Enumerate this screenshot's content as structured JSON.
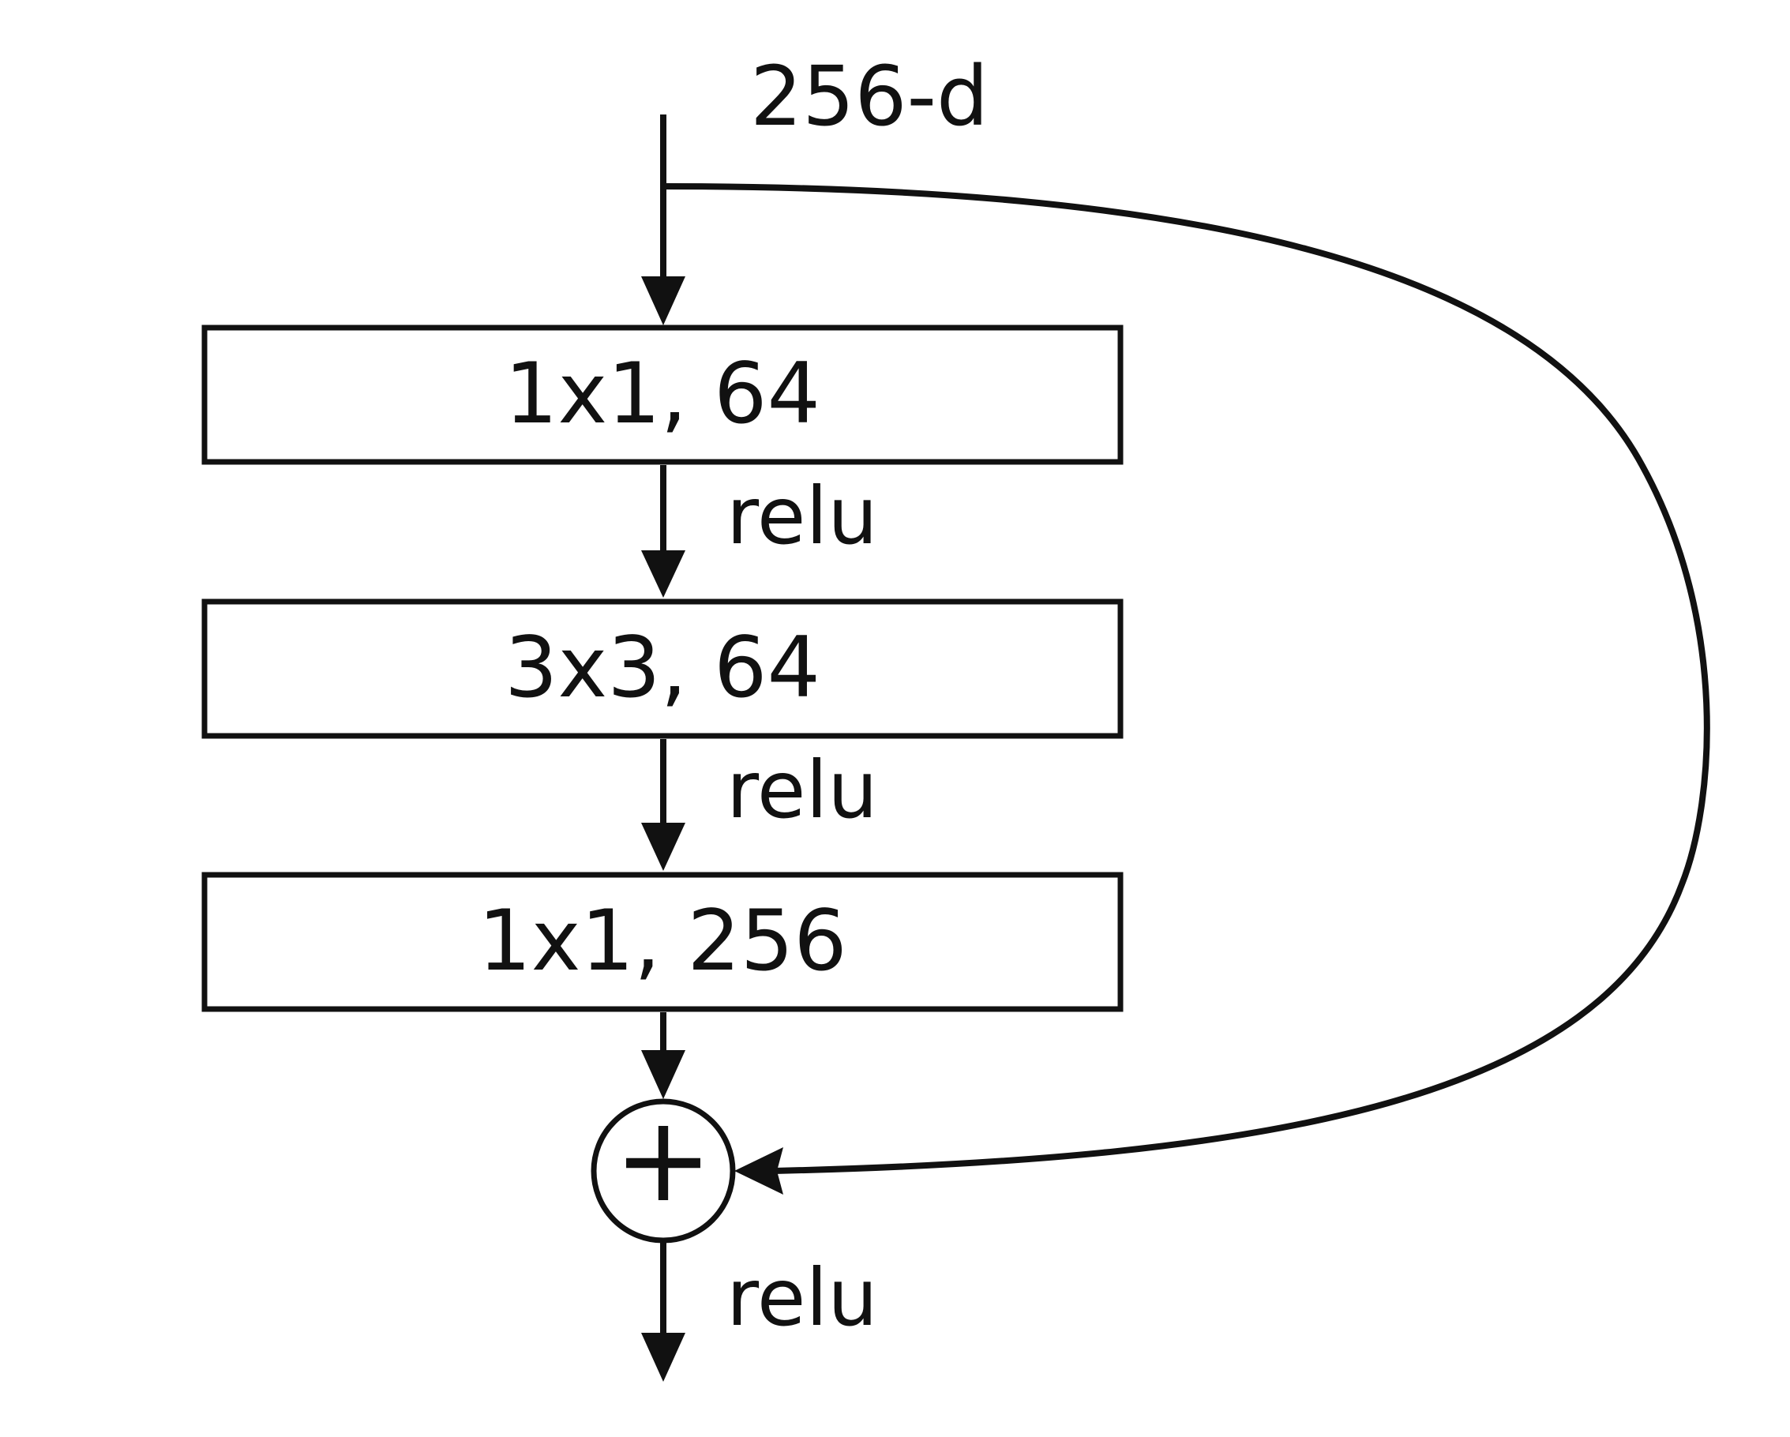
{
  "input_label": "256-d",
  "layers": [
    {
      "label": "1x1, 64"
    },
    {
      "label": "3x3, 64"
    },
    {
      "label": "1x1, 256"
    }
  ],
  "activations": [
    "relu",
    "relu"
  ],
  "output_activation": "relu",
  "add_symbol": "+",
  "colors": {
    "stroke": "#111111",
    "background": "#ffffff"
  }
}
